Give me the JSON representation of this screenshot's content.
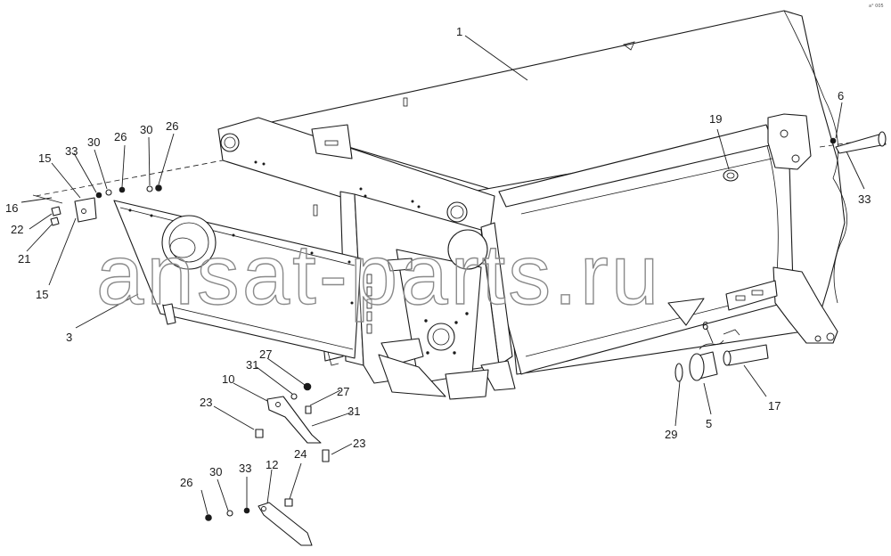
{
  "diagram": {
    "watermark": "ansat-parts.ru",
    "corner_mark": "a° 005",
    "callouts": {
      "c1": "1",
      "c3": "3",
      "c5": "5",
      "c6a": "6",
      "c6b": "6",
      "c10": "10",
      "c12": "12",
      "c15a": "15",
      "c15b": "15",
      "c16": "16",
      "c17": "17",
      "c19": "19",
      "c21": "21",
      "c22": "22",
      "c23a": "23",
      "c23b": "23",
      "c24": "24",
      "c26a": "26",
      "c26b": "26",
      "c26c": "26",
      "c27a": "27",
      "c27b": "27",
      "c29": "29",
      "c30a": "30",
      "c30b": "30",
      "c30c": "30",
      "c31a": "31",
      "c31b": "31",
      "c33a": "33",
      "c33b": "33",
      "c33c": "33"
    }
  }
}
